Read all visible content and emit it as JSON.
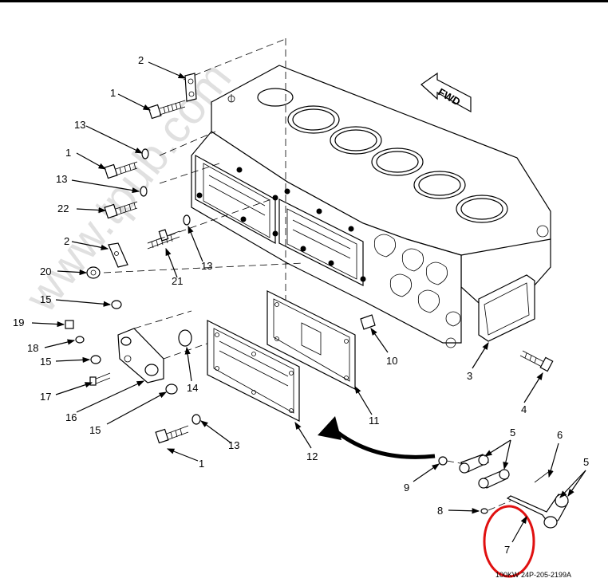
{
  "watermark": "www.tpub.com",
  "fwd_label": "FWD",
  "drawing_number": "100KW 24P-205-2199A",
  "callouts": {
    "c1_top": "1",
    "c2_top": "2",
    "c13_a": "13",
    "c1_mid": "1",
    "c13_b": "13",
    "c22": "22",
    "c2_mid": "2",
    "c20": "20",
    "c21": "21",
    "c13_c": "13",
    "c15_a": "15",
    "c19": "19",
    "c18": "18",
    "c15_b": "15",
    "c17": "17",
    "c16": "16",
    "c15_c": "15",
    "c14": "14",
    "c10": "10",
    "c3": "3",
    "c4": "4",
    "c11": "11",
    "c12": "12",
    "c13_d": "13",
    "c1_bot": "1",
    "c5_a": "5",
    "c6": "6",
    "c5_b": "5",
    "c9": "9",
    "c8": "8",
    "c7": "7"
  },
  "highlight_color": "#e01010"
}
